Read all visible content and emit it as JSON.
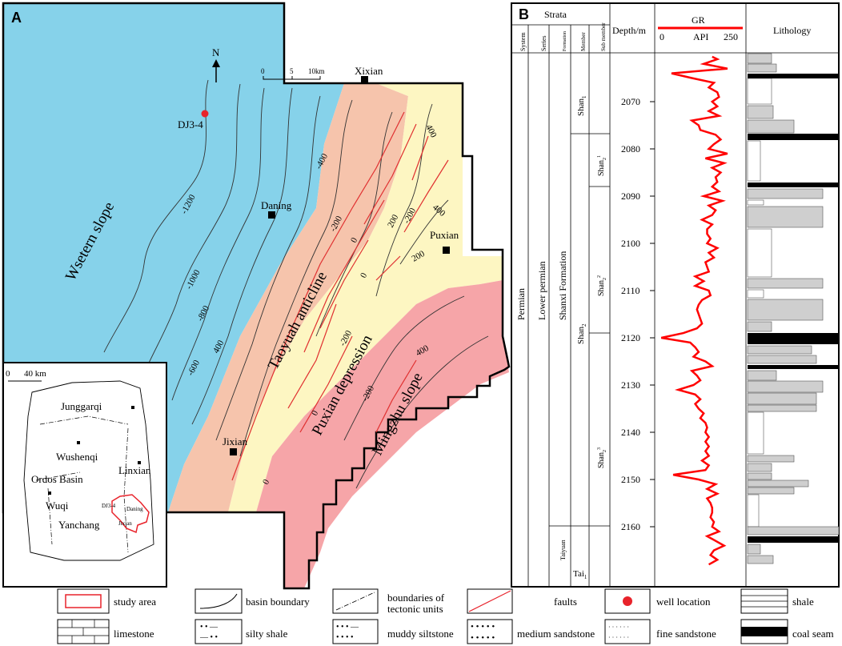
{
  "panel_a": {
    "label": "A",
    "north": "N",
    "scale": {
      "zero": "0",
      "mid": "5",
      "end": "10km"
    },
    "places": {
      "xixian": "Xixian",
      "daning": "Daning",
      "puxian": "Puxian",
      "jixian": "Jixian",
      "well": "DJ3-4"
    },
    "units": {
      "western_slope": "Wsetern slope",
      "anticline": "Taoyuah anticline",
      "depression": "Puxian depression",
      "mingzhu": "Mingzhu slope"
    },
    "contours": {
      "c_n1200": "-1200",
      "c_n1000": "-1000",
      "c_n800": "-800",
      "c_n600": "-600",
      "c_400w": "400",
      "c_n400": "-400",
      "c_n200a": "-200",
      "c_0a": "0",
      "c_0b": "0",
      "c_0c": "0",
      "c_n200b": "-200",
      "c_200a": "200",
      "c_200b": "200",
      "c_n200c": "-200",
      "c_400a": "400",
      "c_400b": "400",
      "c_n200d": "-200",
      "c_400c": "400",
      "c_0d": "0"
    },
    "inset": {
      "scale_zero": "0",
      "scale_end": "40 km",
      "junggarqi": "Junggarqi",
      "wushenqi": "Wushenqi",
      "linxian": "Linxian",
      "ordos": "Ordos Basin",
      "wuqi": "Wuqi",
      "yanchang": "Yanchang",
      "dj": "DJ3-4",
      "daning": "Daning",
      "jixian": "Jixian"
    },
    "colors": {
      "slope": "#86d2ea",
      "anticline": "#f6c4ac",
      "depression": "#fdf6c2",
      "mingzhu": "#f6a5a8",
      "fault": "#e03030"
    }
  },
  "panel_b": {
    "label": "B",
    "strata": "Strata",
    "system": "System",
    "series": "Series",
    "formation": "Formation",
    "member": "Member",
    "submember": "Sub member",
    "depth_header": "Depth/m",
    "gr_title": "GR",
    "gr_min": "0",
    "gr_unit": "API",
    "gr_max": "250",
    "lithology": "Lithology",
    "system_value": "Permian",
    "series_value": "Lower permian",
    "formation_value": "Shanxi Formation",
    "formation_taiyuan": "Taiyuan",
    "member_shan1": "Shan",
    "member_shan1_sub": "1",
    "member_shan2": "Shan",
    "member_shan2_sub": "2",
    "member_tai": "Tai",
    "member_tai_sub": "1",
    "sub_a": "Shan",
    "sub_a_sub": "2",
    "sub_a_sup": "1",
    "sub_b": "Shan",
    "sub_b_sub": "2",
    "sub_b_sup": "2",
    "sub_c": "Shan",
    "sub_c_sub": "2",
    "sub_c_sup": "3",
    "depth_ticks": [
      "2070",
      "2080",
      "2090",
      "2100",
      "2110",
      "2120",
      "2130",
      "2140",
      "2150",
      "2160"
    ],
    "gr_curve": {
      "depth_m": [
        2060.5,
        2061,
        2062,
        2063,
        2064,
        2065,
        2066,
        2067,
        2068,
        2069,
        2070,
        2071,
        2072,
        2073,
        2074,
        2075,
        2076,
        2077,
        2078,
        2079,
        2080,
        2081,
        2082,
        2083,
        2084,
        2085,
        2086,
        2087,
        2088,
        2089,
        2090,
        2091,
        2092,
        2093,
        2094,
        2095,
        2096,
        2097,
        2098,
        2099,
        2100,
        2101,
        2102,
        2103,
        2104,
        2105,
        2106,
        2107,
        2108,
        2109,
        2110,
        2111,
        2112,
        2113,
        2114,
        2115,
        2116,
        2117,
        2118,
        2119,
        2120,
        2121,
        2122,
        2123,
        2124,
        2125,
        2126,
        2127,
        2128,
        2129,
        2130,
        2131,
        2132,
        2133,
        2134,
        2135,
        2136,
        2137,
        2138,
        2139,
        2140,
        2141,
        2142,
        2143,
        2144,
        2145,
        2146,
        2147,
        2148,
        2149,
        2150,
        2151,
        2152,
        2153,
        2154,
        2155,
        2156,
        2157,
        2158,
        2159,
        2160,
        2161,
        2162,
        2163,
        2164,
        2165,
        2166,
        2167,
        2168
      ],
      "api": [
        160,
        175,
        135,
        205,
        40,
        100,
        165,
        150,
        175,
        180,
        160,
        175,
        150,
        180,
        100,
        120,
        125,
        170,
        185,
        165,
        150,
        205,
        140,
        195,
        160,
        185,
        170,
        175,
        160,
        180,
        135,
        190,
        150,
        170,
        160,
        130,
        160,
        145,
        145,
        155,
        145,
        175,
        150,
        165,
        140,
        145,
        150,
        110,
        135,
        110,
        150,
        155,
        130,
        120,
        115,
        120,
        125,
        130,
        115,
        75,
        10,
        95,
        110,
        120,
        105,
        140,
        160,
        100,
        115,
        125,
        105,
        60,
        110,
        125,
        110,
        120,
        135,
        125,
        140,
        145,
        140,
        150,
        140,
        150,
        140,
        150,
        130,
        150,
        140,
        45,
        120,
        170,
        145,
        175,
        145,
        155,
        160,
        160,
        155,
        165,
        160,
        180,
        145,
        170,
        195,
        165,
        155,
        175,
        150
      ]
    },
    "legend": {
      "study_area": "study area",
      "basin_boundary": "basin boundary",
      "tectonic1": "boundaries of",
      "tectonic2": "tectonic units",
      "faults": "faults",
      "well_location": "well location",
      "shale": "shale",
      "limestone": "limestone",
      "silty_shale": "silty shale",
      "muddy_siltstone": "muddy siltstone",
      "medium_sandstone": "medium sandstone",
      "fine_sandstone": "fine sandstone",
      "coal_seam": "coal seam"
    },
    "colors": {
      "curve": "#ff0000",
      "litho": "#cfcfcf",
      "coal": "#000000"
    }
  }
}
